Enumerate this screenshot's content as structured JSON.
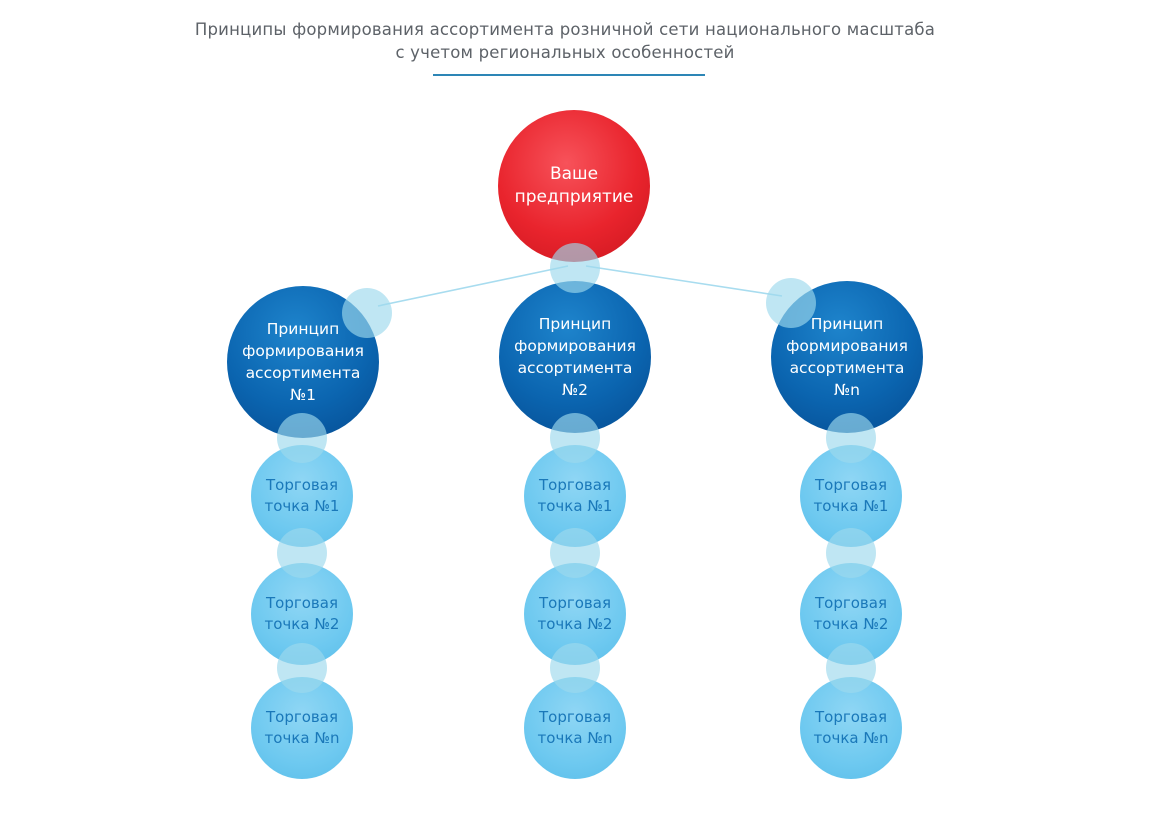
{
  "title": {
    "line1": "Принципы формирования ассортимента розничной сети национального масштаба",
    "line2": "с учетом региональных особенностей"
  },
  "root": {
    "line1": "Ваше",
    "line2": "предприятие"
  },
  "principles": [
    {
      "line1": "Принцип",
      "line2": "формирования",
      "line3": "ассортимента",
      "line4": "№1",
      "points": [
        "Торговая точка №1",
        "Торговая точка №2",
        "Торговая точка №n"
      ]
    },
    {
      "line1": "Принцип",
      "line2": "формирования",
      "line3": "ассортимента",
      "line4": "№2",
      "points": [
        "Торговая точка №1",
        "Торговая точка №2",
        "Торговая точка №n"
      ]
    },
    {
      "line1": "Принцип",
      "line2": "формирования",
      "line3": "ассортимента",
      "line4": "№n",
      "points": [
        "Торговая точка №1",
        "Торговая точка №2",
        "Торговая точка №n"
      ]
    }
  ],
  "colors": {
    "root": "#e9242d",
    "principle": "#0b65b0",
    "point": "#6ec9f0",
    "connector": "#9cd8ec",
    "title_rule": "#2d86b6",
    "link_line": "#a8dcef"
  }
}
